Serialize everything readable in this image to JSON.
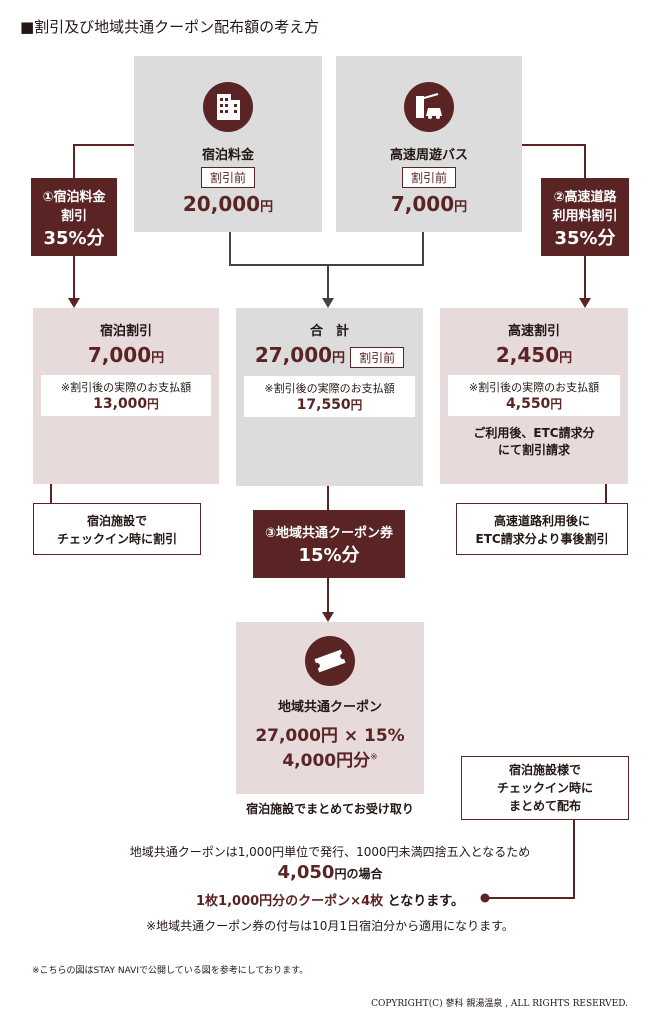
{
  "title": "■割引及び地域共通クーポン配布額の考え方",
  "hotel": {
    "label": "宿泊料金",
    "tag": "割引前",
    "price": "20,000",
    "unit": "円"
  },
  "bus": {
    "label": "高速周遊バス",
    "tag": "割引前",
    "price": "7,000",
    "unit": "円"
  },
  "disc1": {
    "line1": "①宿泊料金",
    "line2": "割引",
    "pct": "35%分"
  },
  "disc2": {
    "line1": "②高速道路",
    "line2": "利用料割引",
    "pct": "35%分"
  },
  "stay_disc": {
    "label": "宿泊割引",
    "price": "7,000",
    "unit": "円",
    "note": "※割引後の実際のお支払額",
    "paid": "13,000",
    "paid_unit": "円"
  },
  "total": {
    "label": "合　計",
    "price": "27,000",
    "unit": "円",
    "tag": "割引前",
    "note": "※割引後の実際のお支払額",
    "paid": "17,550",
    "paid_unit": "円"
  },
  "hw_disc": {
    "label": "高速割引",
    "price": "2,450",
    "unit": "円",
    "note": "※割引後の実際のお支払額",
    "paid": "4,550",
    "paid_unit": "円",
    "extra1": "ご利用後、ETC請求分",
    "extra2": "にて割引請求"
  },
  "stay_note": {
    "line1": "宿泊施設で",
    "line2": "チェックイン時に割引"
  },
  "hw_note": {
    "line1": "高速道路利用後に",
    "line2": "ETC請求分より事後割引"
  },
  "coupon_rate": {
    "line1": "③地域共通クーポン券",
    "line2": "15%分"
  },
  "coupon": {
    "label": "地域共通クーポン",
    "calc": "27,000円 × 15%",
    "result": "4,000円分",
    "mark": "※",
    "receive": "宿泊施設でまとめてお受け取り"
  },
  "dist_note": {
    "line1": "宿泊施設様で",
    "line2": "チェックイン時に",
    "line3": "まとめて配布"
  },
  "explain": {
    "line1": "地域共通クーポンは1,000円単位で発行、1000円未満四捨五入となるため",
    "amount": "4,050",
    "amount_suffix": "円の場合",
    "line3a": "1枚1,000円分のクーポン×4枚",
    "line3b": " となります。",
    "line4": "※地域共通クーポン券の付与は10月1日宿泊分から適用になります。"
  },
  "footnote": "※こちらの図はSTAY NAVIで公開している図を参考にしております。",
  "copyright": "COPYRIGHT(C) 蓼科 親湯温泉 , ALL RIGHTS RESERVED.",
  "colors": {
    "maroon": "#5b2424",
    "gray": "#dcdcdc",
    "pink": "#e6dada"
  }
}
